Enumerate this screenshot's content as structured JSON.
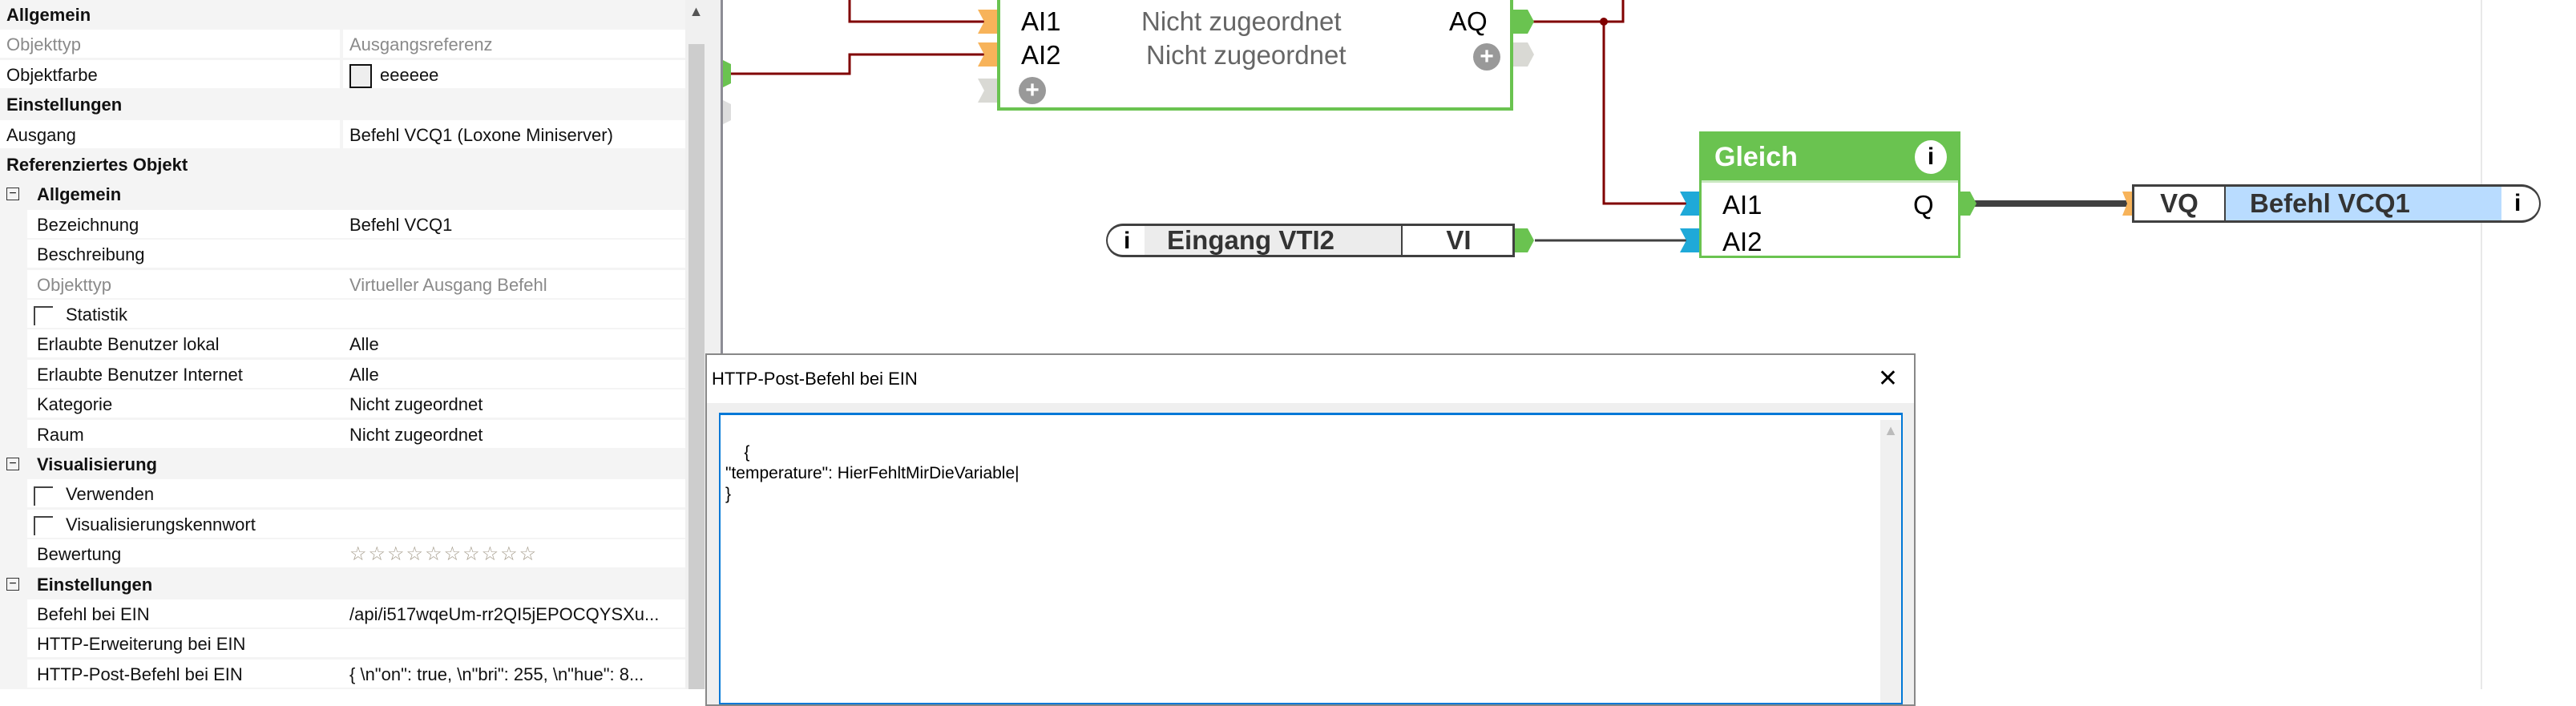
{
  "properties": {
    "rows": [
      {
        "type": "section",
        "label": "Allgemein"
      },
      {
        "type": "row",
        "label": "Objekttyp",
        "value": "Ausgangsreferenz",
        "gray": true,
        "top": true
      },
      {
        "type": "swatch",
        "label": "Objektfarbe",
        "value": "eeeeee",
        "top": true
      },
      {
        "type": "section",
        "label": "Einstellungen"
      },
      {
        "type": "row",
        "label": "Ausgang",
        "value": "Befehl VCQ1 (Loxone Miniserver)",
        "top": true
      },
      {
        "type": "section",
        "label": "Referenziertes Objekt"
      },
      {
        "type": "group",
        "label": "Allgemein"
      },
      {
        "type": "row",
        "label": "Bezeichnung",
        "value": "Befehl VCQ1"
      },
      {
        "type": "row",
        "label": "Beschreibung",
        "value": ""
      },
      {
        "type": "row",
        "label": "Objekttyp",
        "value": "Virtueller Ausgang Befehl",
        "gray": true
      },
      {
        "type": "check",
        "label": "Statistik"
      },
      {
        "type": "row",
        "label": "Erlaubte Benutzer lokal",
        "value": "Alle"
      },
      {
        "type": "row",
        "label": "Erlaubte Benutzer Internet",
        "value": "Alle"
      },
      {
        "type": "row",
        "label": "Kategorie",
        "value": "Nicht zugeordnet"
      },
      {
        "type": "row",
        "label": "Raum",
        "value": "Nicht zugeordnet"
      },
      {
        "type": "group",
        "label": "Visualisierung"
      },
      {
        "type": "check",
        "label": "Verwenden"
      },
      {
        "type": "check",
        "label": "Visualisierungskennwort"
      },
      {
        "type": "stars",
        "label": "Bewertung",
        "value": "☆☆☆☆☆☆☆☆☆☆",
        "rating": 0,
        "max": 10
      },
      {
        "type": "group",
        "label": "Einstellungen"
      },
      {
        "type": "row",
        "label": "Befehl bei EIN",
        "value": "/api/i517wqeUm-rr2QI5jEPOCQYSXu..."
      },
      {
        "type": "row",
        "label": "HTTP-Erweiterung bei EIN",
        "value": ""
      },
      {
        "type": "row",
        "label": "HTTP-Post-Befehl bei EIN",
        "value": "{ \\n\"on\": true, \\n\"bri\": 255, \\n\"hue\": 8..."
      }
    ]
  },
  "diagram": {
    "top_block": {
      "in1": "AI1",
      "in1_desc": "Nicht zugeordnet",
      "in2": "AI2",
      "in2_desc": "Nicht zugeordnet",
      "out1": "AQ"
    },
    "gleich": {
      "title": "Gleich",
      "in1": "AI1",
      "in2": "AI2",
      "out": "Q",
      "info": "i"
    },
    "input": {
      "name": "Eingang VTI2",
      "port": "VI",
      "info": "i"
    },
    "output": {
      "port": "VQ",
      "name": "Befehl VCQ1",
      "info": "i"
    },
    "colors": {
      "green": "#6ac350",
      "wire_red": "#800000",
      "wire_dark": "#404040",
      "port_orange": "#f7b35a",
      "port_blue": "#1fa9d8",
      "highlight": "#b9dcff"
    }
  },
  "dialog": {
    "title": "HTTP-Post-Befehl bei EIN",
    "close": "✕",
    "text": "{\n\"temperature\": HierFehltMirDieVariable|\n}"
  }
}
